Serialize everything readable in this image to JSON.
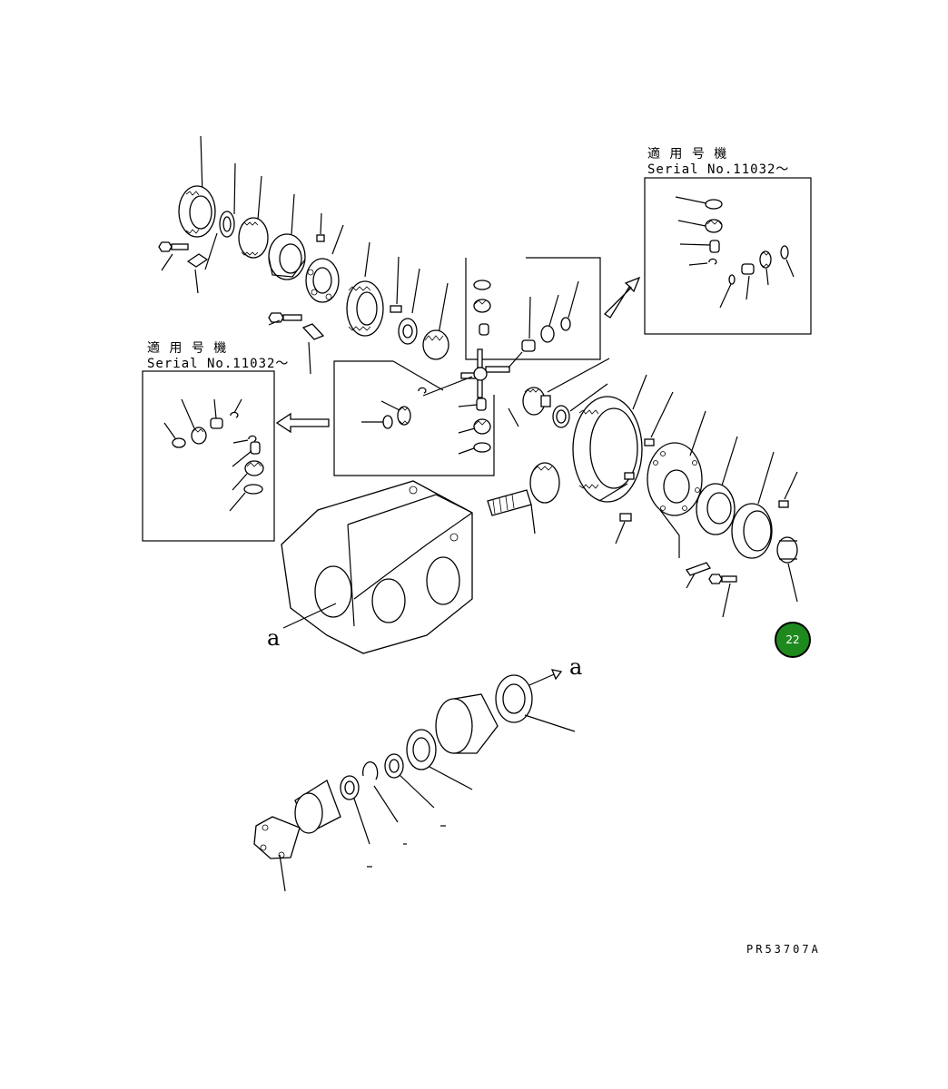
{
  "header_right": {
    "applicable": "適 用 号 機",
    "serial": "Serial No.11032～"
  },
  "header_left": {
    "applicable": "適 用 号 機",
    "serial": "Serial No.11032～"
  },
  "labels": {
    "a_housing": "a",
    "a_arrow": "a"
  },
  "drawing_code": "PR53707A",
  "page_badge": "22",
  "colors": {
    "badge": "#1e8a1e",
    "line": "#000000",
    "background": "#ffffff"
  }
}
